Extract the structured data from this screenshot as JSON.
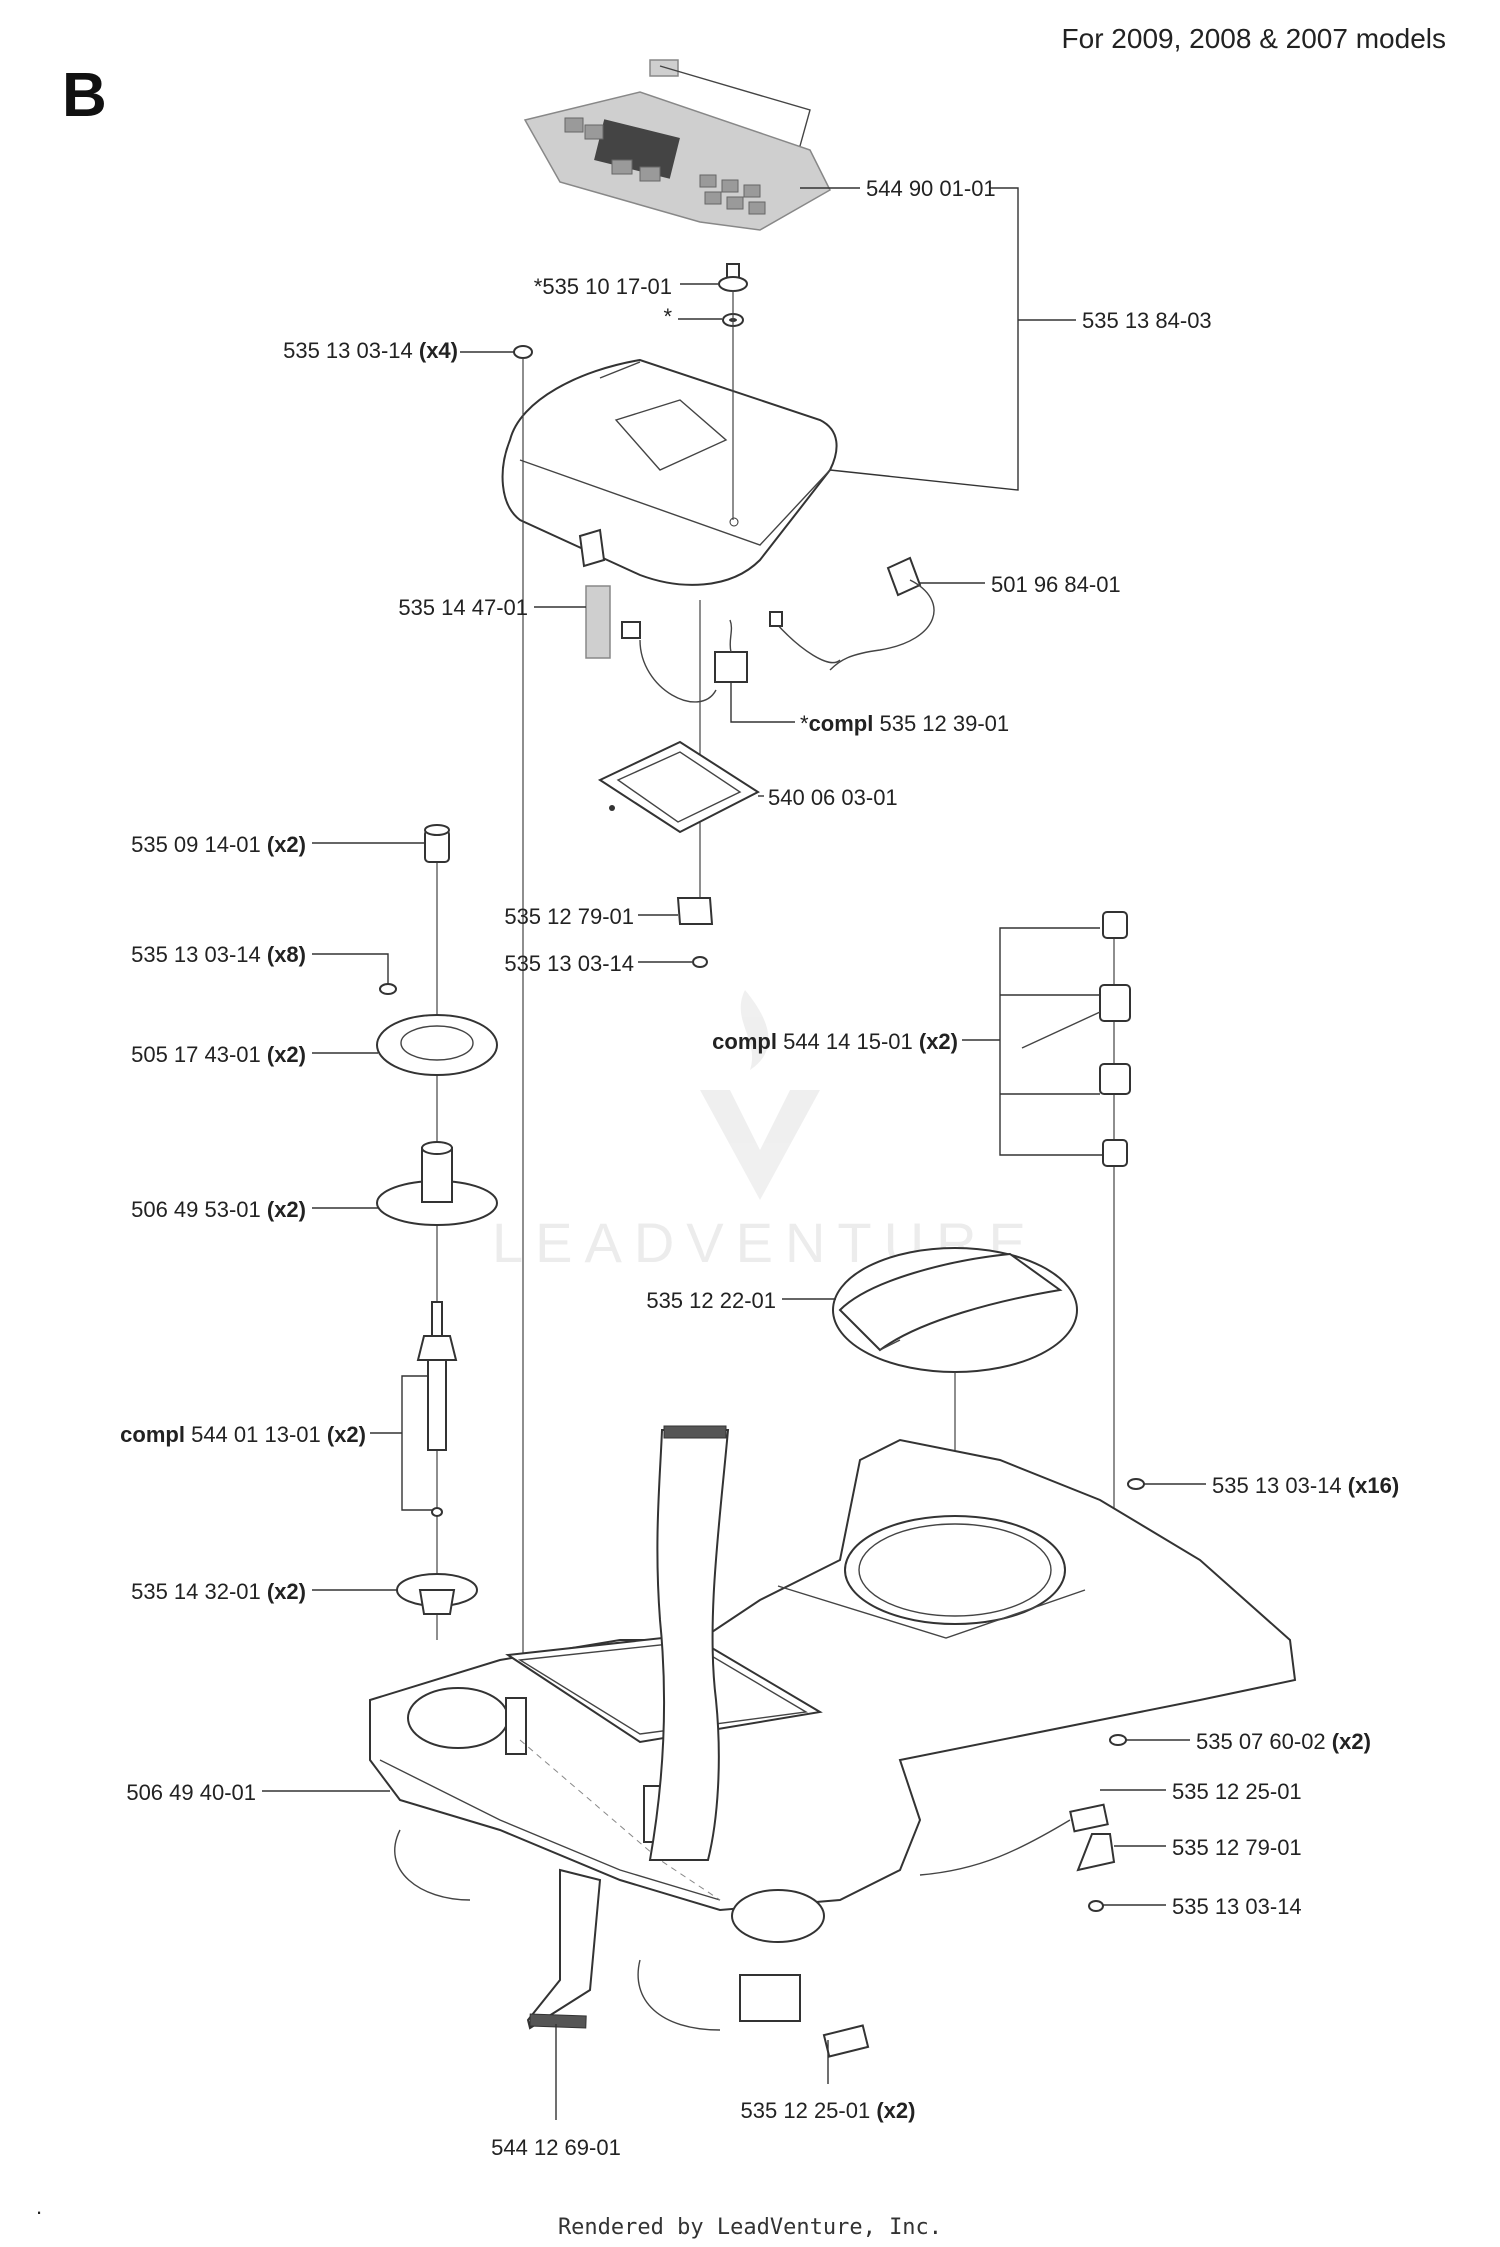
{
  "header": {
    "section": "B",
    "models_note": "For 2009, 2008 & 2007 models"
  },
  "watermark": "LEADVENTURE",
  "footer": "Rendered by LeadVenture, Inc.",
  "callouts": [
    {
      "id": "keypad",
      "parts": [
        {
          "t": "544 90 01-01"
        }
      ]
    },
    {
      "id": "assembly",
      "parts": [
        {
          "t": "535 13 84-03"
        }
      ]
    },
    {
      "id": "knob",
      "parts": [
        {
          "t": "*535 10 17-01"
        }
      ]
    },
    {
      "id": "washer",
      "parts": [
        {
          "t": "*"
        }
      ]
    },
    {
      "id": "screw-x4",
      "parts": [
        {
          "t": "535 13 03-14 "
        },
        {
          "t": "(x4)",
          "b": true
        }
      ]
    },
    {
      "id": "harness",
      "parts": [
        {
          "t": "501 96 84-01"
        }
      ]
    },
    {
      "id": "seal-pad",
      "parts": [
        {
          "t": "535 14 47-01"
        }
      ]
    },
    {
      "id": "switch-compl",
      "parts": [
        {
          "t": "*"
        },
        {
          "t": "compl",
          "b": true
        },
        {
          "t": " 535 12 39-01"
        }
      ]
    },
    {
      "id": "board",
      "parts": [
        {
          "t": "540 06 03-01"
        }
      ]
    },
    {
      "id": "cap-x2",
      "parts": [
        {
          "t": "535 09 14-01 "
        },
        {
          "t": "(x2)",
          "b": true
        }
      ]
    },
    {
      "id": "clip",
      "parts": [
        {
          "t": "535 12 79-01"
        }
      ]
    },
    {
      "id": "screw-x8",
      "parts": [
        {
          "t": "535 13 03-14 "
        },
        {
          "t": "(x8)",
          "b": true
        }
      ]
    },
    {
      "id": "clip-screw",
      "parts": [
        {
          "t": "535 13 03-14"
        }
      ]
    },
    {
      "id": "flange-x2",
      "parts": [
        {
          "t": "505 17 43-01 "
        },
        {
          "t": "(x2)",
          "b": true
        }
      ]
    },
    {
      "id": "sensor-compl",
      "parts": [
        {
          "t": "compl",
          "b": true
        },
        {
          "t": " 544 14 15-01 "
        },
        {
          "t": "(x2)",
          "b": true
        }
      ]
    },
    {
      "id": "bushing-x2",
      "parts": [
        {
          "t": "506 49 53-01 "
        },
        {
          "t": "(x2)",
          "b": true
        }
      ]
    },
    {
      "id": "cover",
      "parts": [
        {
          "t": "535 12 22-01"
        }
      ]
    },
    {
      "id": "shaft-compl",
      "parts": [
        {
          "t": "compl",
          "b": true
        },
        {
          "t": " 544 01 13-01 "
        },
        {
          "t": "(x2)",
          "b": true
        }
      ]
    },
    {
      "id": "screw-x16",
      "parts": [
        {
          "t": "535 13 03-14 "
        },
        {
          "t": "(x16)",
          "b": true
        }
      ]
    },
    {
      "id": "collar-x2",
      "parts": [
        {
          "t": "535 14 32-01 "
        },
        {
          "t": "(x2)",
          "b": true
        }
      ]
    },
    {
      "id": "nut-x2",
      "parts": [
        {
          "t": "535 07 60-02 "
        },
        {
          "t": "(x2)",
          "b": true
        }
      ]
    },
    {
      "id": "chassis",
      "parts": [
        {
          "t": "506 49 40-01"
        }
      ]
    },
    {
      "id": "label-1",
      "parts": [
        {
          "t": "535 12 25-01"
        }
      ]
    },
    {
      "id": "clip-2",
      "parts": [
        {
          "t": "535 12 79-01"
        }
      ]
    },
    {
      "id": "screw-2",
      "parts": [
        {
          "t": "535 13 03-14"
        }
      ]
    },
    {
      "id": "label-x2",
      "parts": [
        {
          "t": "535 12 25-01 "
        },
        {
          "t": "(x2)",
          "b": true
        }
      ]
    },
    {
      "id": "ribbon-cable",
      "parts": [
        {
          "t": "544 12 69-01"
        }
      ]
    }
  ]
}
